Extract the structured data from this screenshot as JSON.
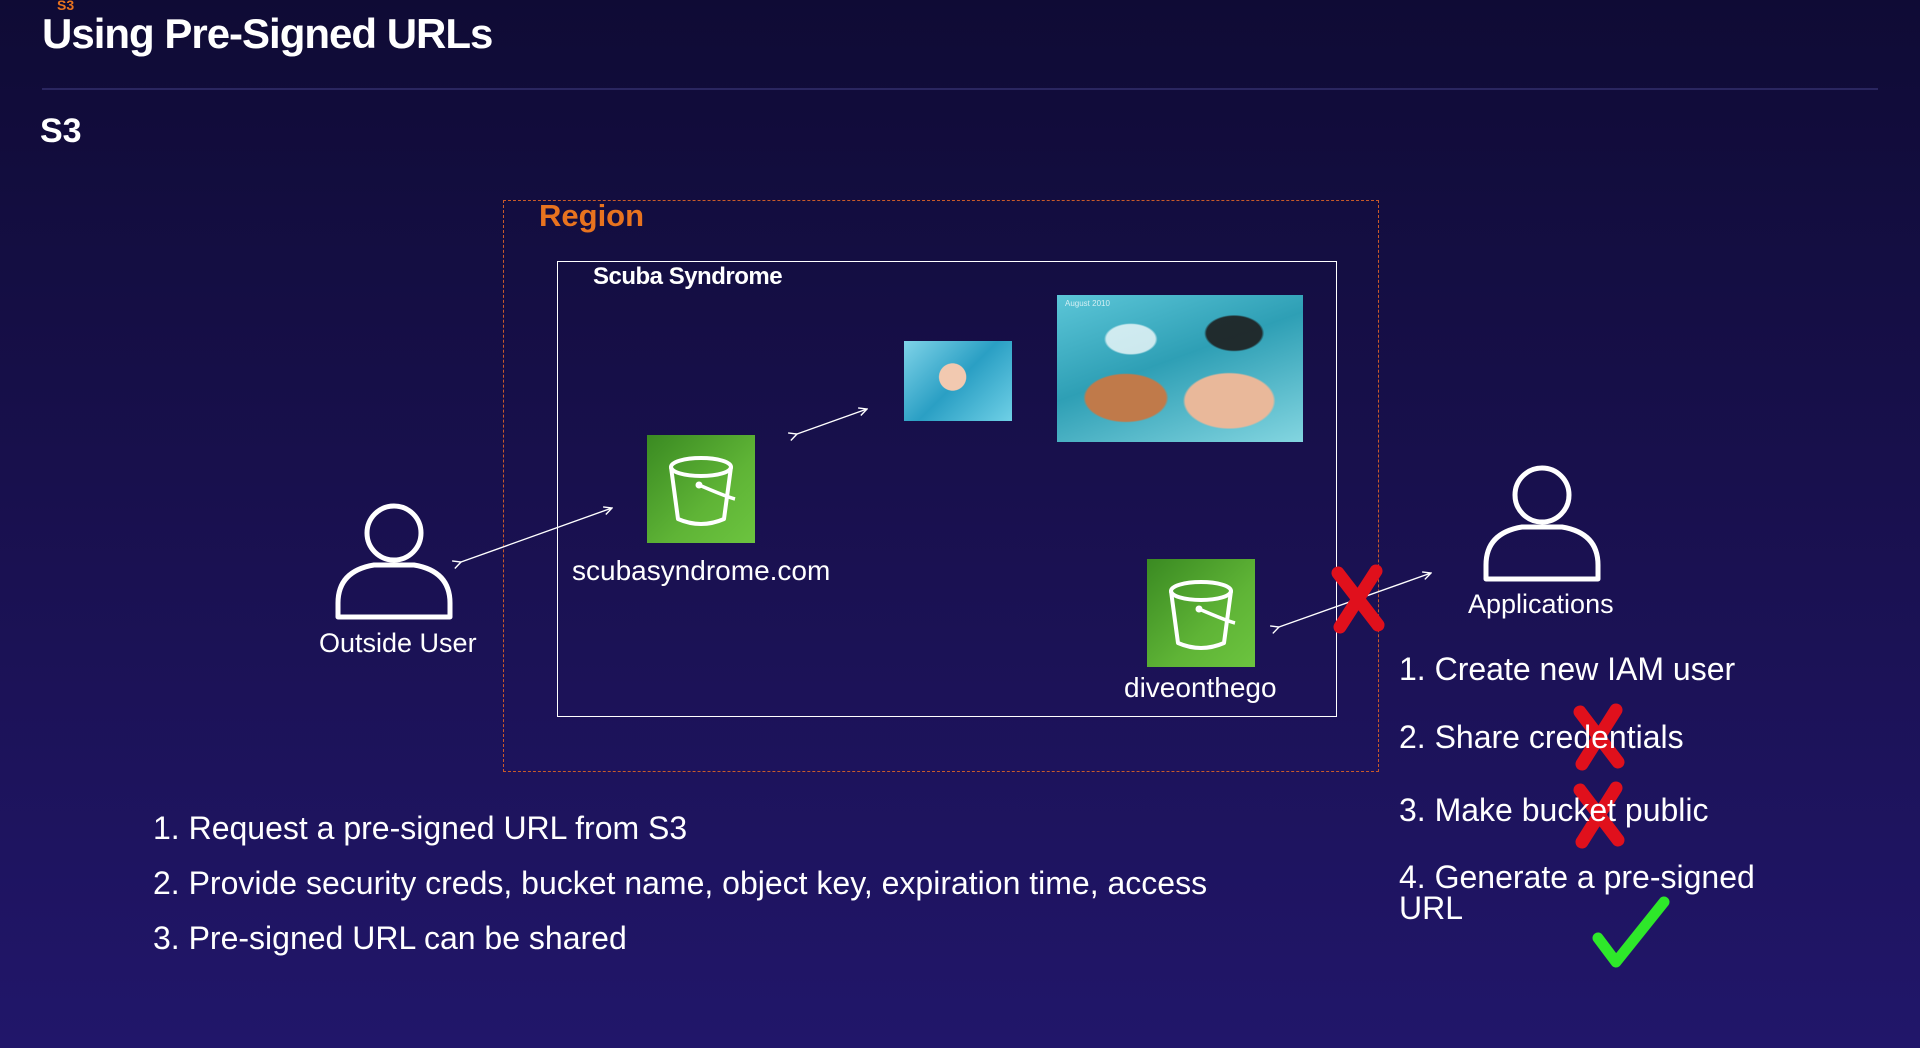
{
  "header": {
    "tag": "S3",
    "title": "Using Pre-Signed URLs"
  },
  "section_label": "S3",
  "diagram": {
    "region_label": "Region",
    "account_label": "Scuba Syndrome",
    "buckets": [
      {
        "name": "scubasyndrome.com",
        "icon": "s3-bucket-icon"
      },
      {
        "name": "diveonthego",
        "icon": "s3-bucket-icon"
      }
    ],
    "actors": [
      {
        "label": "Outside User",
        "icon": "user-icon"
      },
      {
        "label": "Applications",
        "icon": "user-icon"
      }
    ],
    "photo_caption": "August 2010",
    "colors": {
      "region_border": "#c85a2a",
      "region_label": "#e8731f",
      "bucket_green": "#5fb436",
      "cross_red": "#e0101c",
      "check_green": "#2ee82a"
    }
  },
  "steps_left": [
    "1. Request a pre-signed URL from S3",
    "2. Provide security creds, bucket name, object key, expiration time, access",
    "3. Pre-signed URL can be shared"
  ],
  "steps_right": [
    "1. Create new IAM user",
    "2. Share credentials",
    "3. Make bucket public",
    "4. Generate a pre-signed URL"
  ]
}
